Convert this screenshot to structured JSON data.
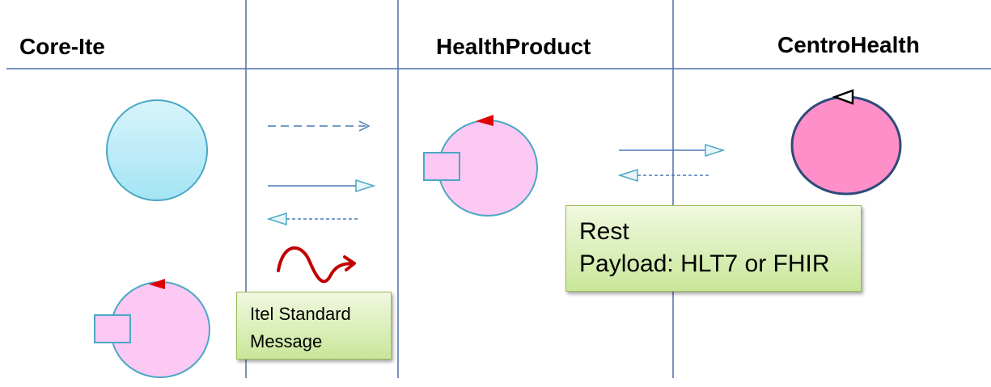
{
  "columns": [
    {
      "title": "Core-Ite"
    },
    {
      "title": "HealthProduct"
    },
    {
      "title": "CentroHealth"
    }
  ],
  "notes": {
    "itel": {
      "line1": "Itel Standard",
      "line2": "Message"
    },
    "rest": {
      "line1": "Rest",
      "line2": "Payload: HLT7 or FHIR"
    }
  },
  "colors": {
    "lane_line": "#4f6fa8",
    "arrow": "#4a7ab5",
    "arrow_head_fill": "#e8f6fb",
    "cyan_circle": "#a4e4f4",
    "pink_circle": "#fcc8f4",
    "hot_pink_circle": "#ff8fc8",
    "red_marker": "#e00000",
    "squiggle": "#c00000",
    "note_border": "#9bbb59"
  }
}
